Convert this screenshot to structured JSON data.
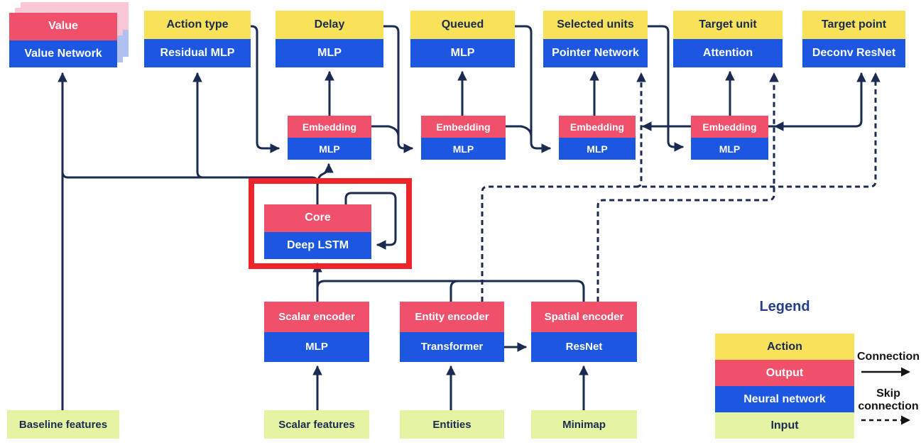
{
  "diagram": {
    "heads": [
      {
        "action": "Value",
        "network": "Value Network"
      },
      {
        "action": "Action type",
        "network": "Residual MLP"
      },
      {
        "action": "Delay",
        "network": "MLP"
      },
      {
        "action": "Queued",
        "network": "MLP"
      },
      {
        "action": "Selected units",
        "network": "Pointer Network"
      },
      {
        "action": "Target unit",
        "network": "Attention"
      },
      {
        "action": "Target point",
        "network": "Deconv ResNet"
      }
    ],
    "embeddings": [
      {
        "output": "Embedding",
        "network": "MLP"
      },
      {
        "output": "Embedding",
        "network": "MLP"
      },
      {
        "output": "Embedding",
        "network": "MLP"
      },
      {
        "output": "Embedding",
        "network": "MLP"
      }
    ],
    "core": {
      "output": "Core",
      "network": "Deep LSTM"
    },
    "encoders": [
      {
        "output": "Scalar encoder",
        "network": "MLP"
      },
      {
        "output": "Entity encoder",
        "network": "Transformer"
      },
      {
        "output": "Spatial encoder",
        "network": "ResNet"
      }
    ],
    "inputs": [
      "Baseline features",
      "Scalar features",
      "Entities",
      "Minimap"
    ]
  },
  "legend": {
    "title": "Legend",
    "action": "Action",
    "output": "Output",
    "neural_network": "Neural network",
    "input": "Input",
    "connection": "Connection",
    "skip": "Skip connection"
  },
  "colors": {
    "action_yellow": "#F8E25A",
    "output_pink": "#F1506A",
    "network_blue": "#1B57E0",
    "input_green": "#E4F4A2",
    "line_navy": "#1B2A50",
    "highlight_red": "#ED2429",
    "shadow_pink": "#F9C7D6",
    "shadow_blue": "#AFC1F1"
  }
}
